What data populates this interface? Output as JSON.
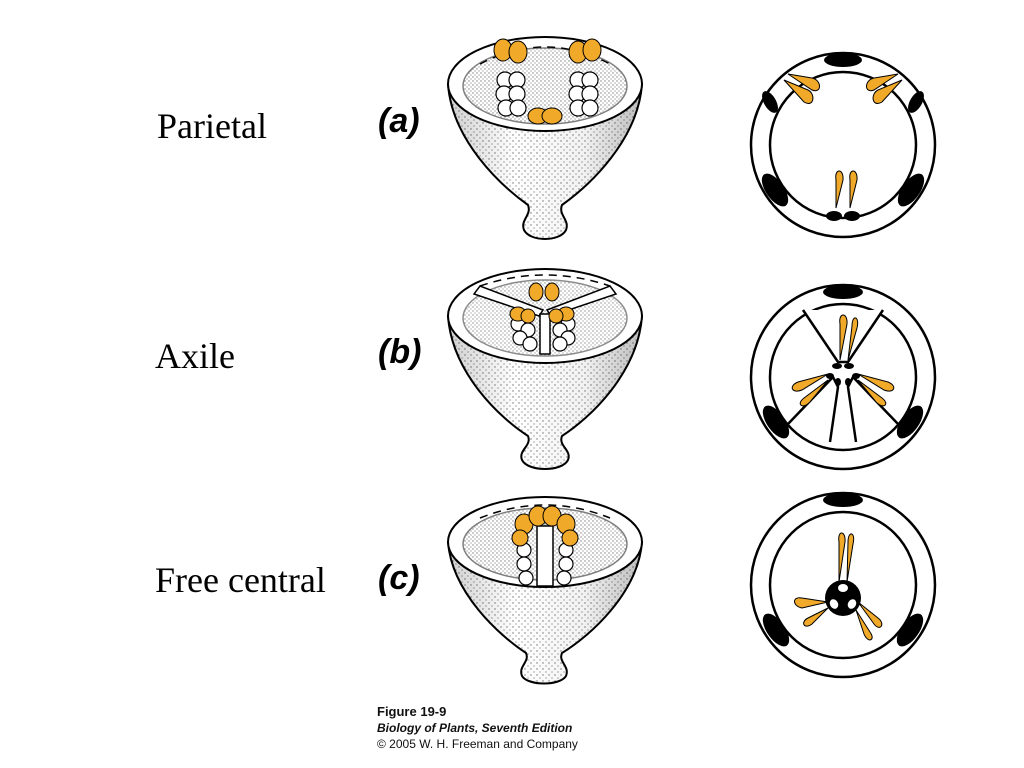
{
  "rows": [
    {
      "label": "Parietal",
      "letter": "(a)"
    },
    {
      "label": "Axile",
      "letter": "(b)"
    },
    {
      "label": "Free central",
      "letter": "(c)"
    }
  ],
  "caption": {
    "figure": "Figure 19-9",
    "book": "Biology of Plants, Seventh Edition",
    "copyright": "© 2005 W. H. Freeman and Company"
  },
  "colors": {
    "ovule": "#f0a928",
    "wall": "#000000",
    "background": "#ffffff"
  }
}
